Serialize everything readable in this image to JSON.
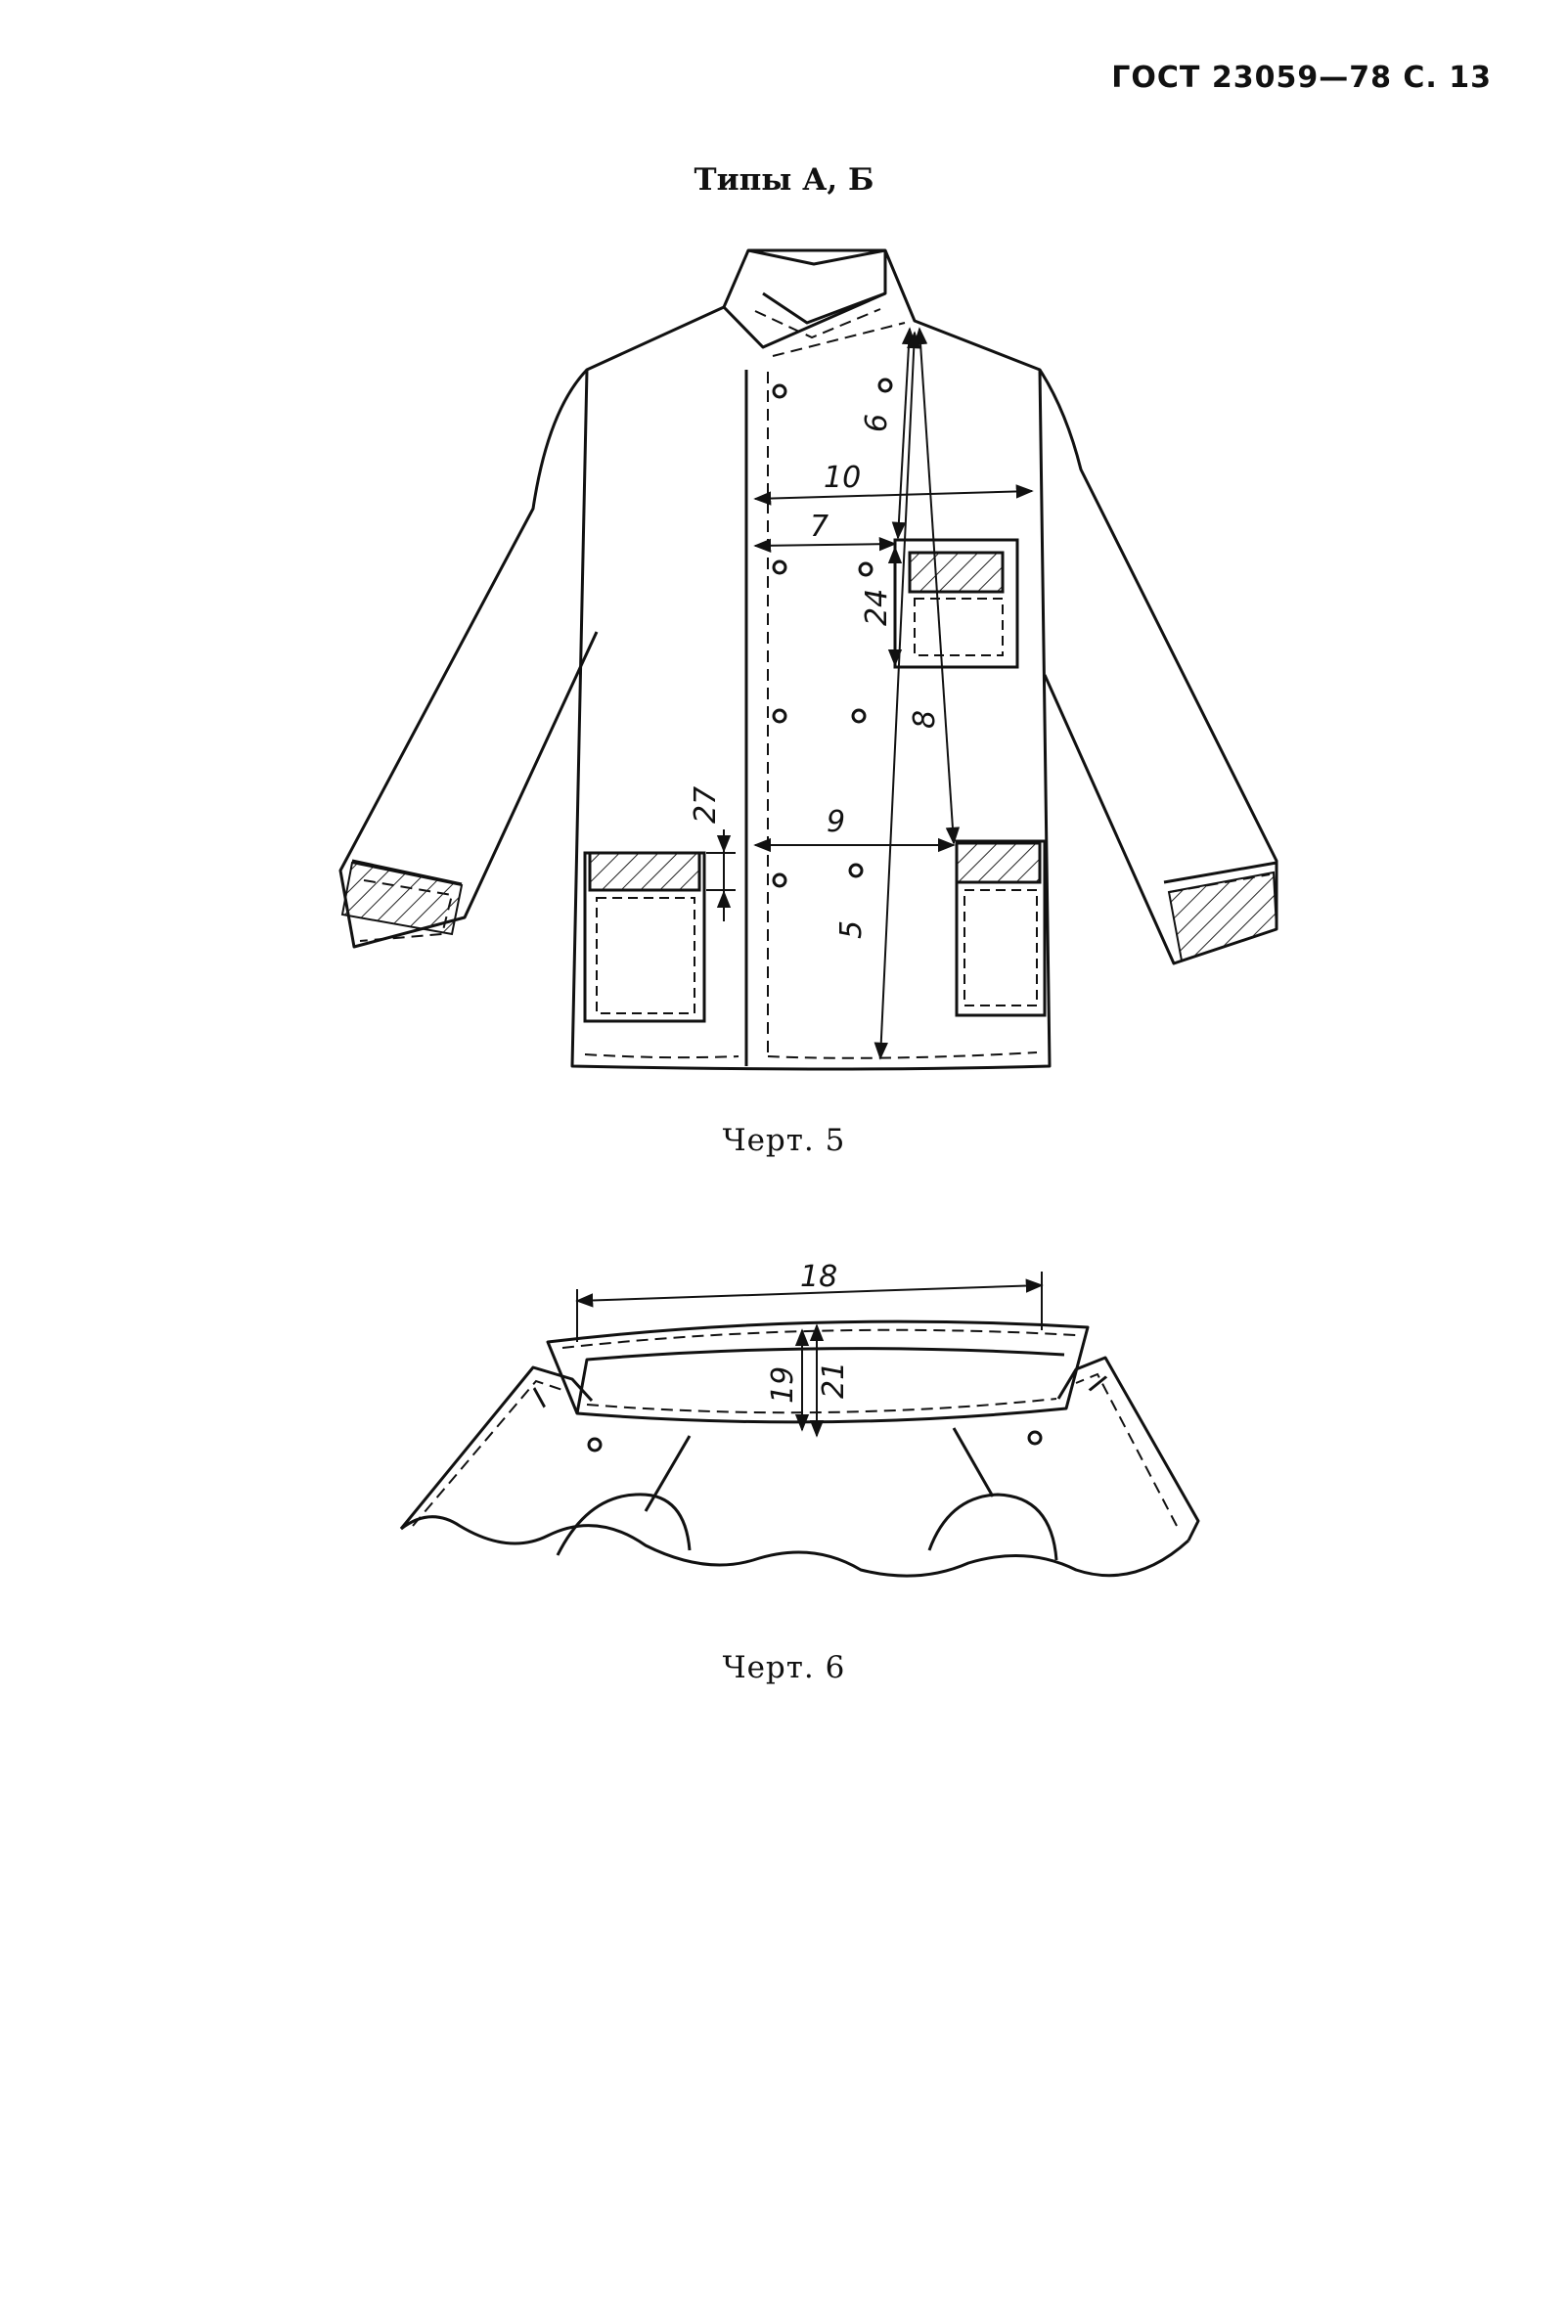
{
  "header": {
    "doc_ref": "ГОСТ 23059—78 С. 13"
  },
  "title": "Типы А, Б",
  "figure5": {
    "caption": "Черт. 5",
    "labels": {
      "m10": "10",
      "m7": "7",
      "m6": "6",
      "m24": "24",
      "m8": "8",
      "m27": "27",
      "m9": "9",
      "m5": "5"
    }
  },
  "figure6": {
    "caption": "Черт. 6",
    "labels": {
      "m18": "18",
      "m19": "19",
      "m21": "21",
      "left_mark": "I",
      "right_mark": "I"
    }
  }
}
